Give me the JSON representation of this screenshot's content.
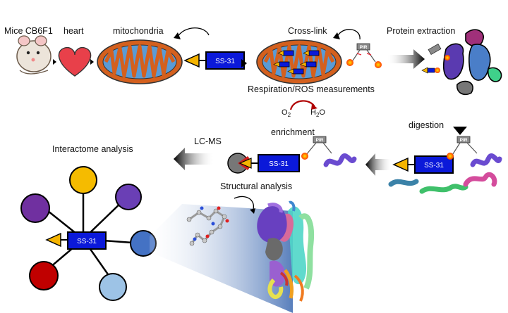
{
  "labels": {
    "mice": "Mice CB6F1",
    "heart": "heart",
    "mitochondria": "mitochondria",
    "crosslink": "Cross-link",
    "protein_extraction": "Protein extraction",
    "respiration": "Respiration/ROS measurements",
    "o2": "O",
    "o2_sub": "2",
    "h2o_h": "H",
    "h2o_sub": "2",
    "h2o_o": "O",
    "digestion": "digestion",
    "enrichment": "enrichment",
    "lcms": "LC-MS",
    "interactome": "Interactome analysis",
    "structural": "Structural analysis"
  },
  "tags": {
    "ss31": "SS-31",
    "pir": "PIR"
  },
  "colors": {
    "ss31_box": "#0b19d9",
    "triangle": "#f5b400",
    "mito_outer": "#d4601e",
    "mito_inner": "#5b9bd5",
    "heart": "#e8404a",
    "arrow": "#000000",
    "node_gold": "#f5bb00",
    "node_violet": "#6a3fb5",
    "node_purple": "#7030a0",
    "node_blue": "#4472c4",
    "node_lightblue": "#9dc3e6",
    "node_red": "#c00000"
  }
}
